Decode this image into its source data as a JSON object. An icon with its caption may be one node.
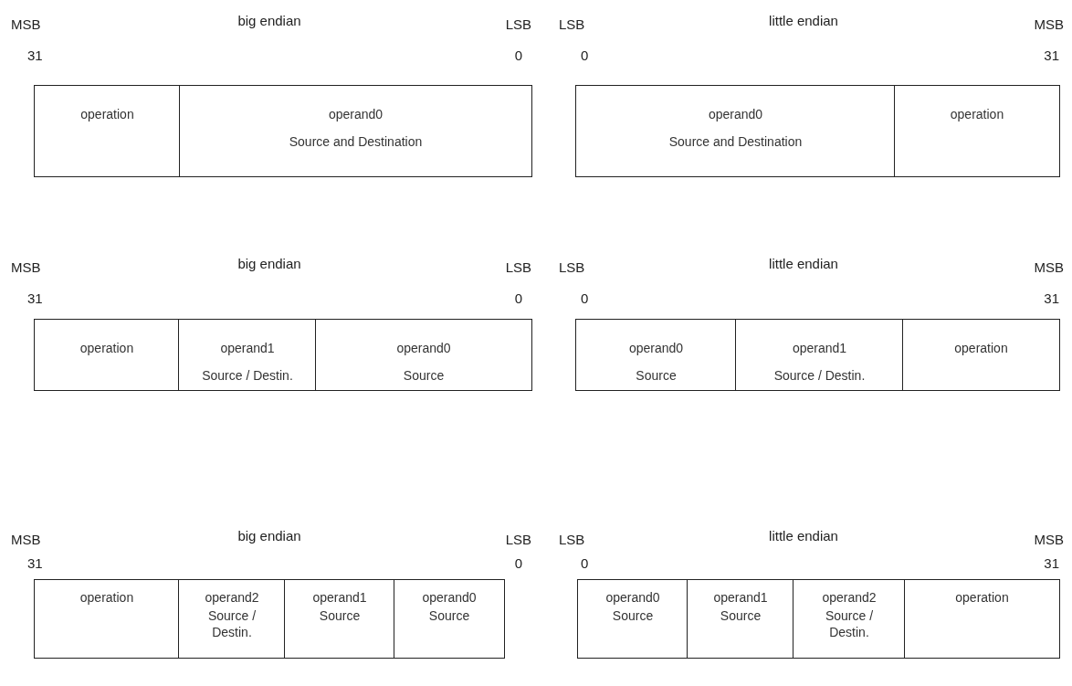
{
  "diagram": {
    "nodes": [
      {
        "text": [
          "operation"
        ]
      },
      {
        "text": [
          "operand0",
          "Source and Destination"
        ]
      },
      {
        "text": [
          "operand0",
          "Source and Destination"
        ]
      },
      {
        "text": [
          "operation"
        ]
      },
      {
        "text": [
          "operation"
        ]
      },
      {
        "text": [
          "operand1",
          "Source / Destin."
        ]
      },
      {
        "text": [
          "operand0",
          "Source"
        ]
      },
      {
        "text": [
          "operand0",
          "Source"
        ]
      },
      {
        "text": [
          "operand1",
          "Source / Destin."
        ]
      },
      {
        "text": [
          "operation"
        ]
      },
      {
        "text": [
          "operation"
        ]
      },
      {
        "text": [
          "operand2",
          "Source / Destin."
        ]
      },
      {
        "text": [
          "operand1",
          "Source"
        ]
      },
      {
        "text": [
          "operand0",
          "Source"
        ]
      },
      {
        "text": [
          "operand0",
          "Source"
        ]
      },
      {
        "text": [
          "operand1",
          "Source"
        ]
      },
      {
        "text": [
          "operand2",
          "Source / Destin."
        ]
      },
      {
        "text": [
          "operation"
        ]
      }
    ],
    "labels": [
      "MSB",
      "big endian",
      "LSB",
      "LSB",
      "little endian",
      "MSB",
      "31",
      "0",
      "0",
      "31",
      "MSB",
      "big endian",
      "LSB",
      "LSB",
      "little endian",
      "MSB",
      "31",
      "0",
      "0",
      "31",
      "MSB",
      "big endian",
      "LSB",
      "LSB",
      "little endian",
      "MSB",
      "31",
      "0",
      "0",
      "31"
    ]
  }
}
